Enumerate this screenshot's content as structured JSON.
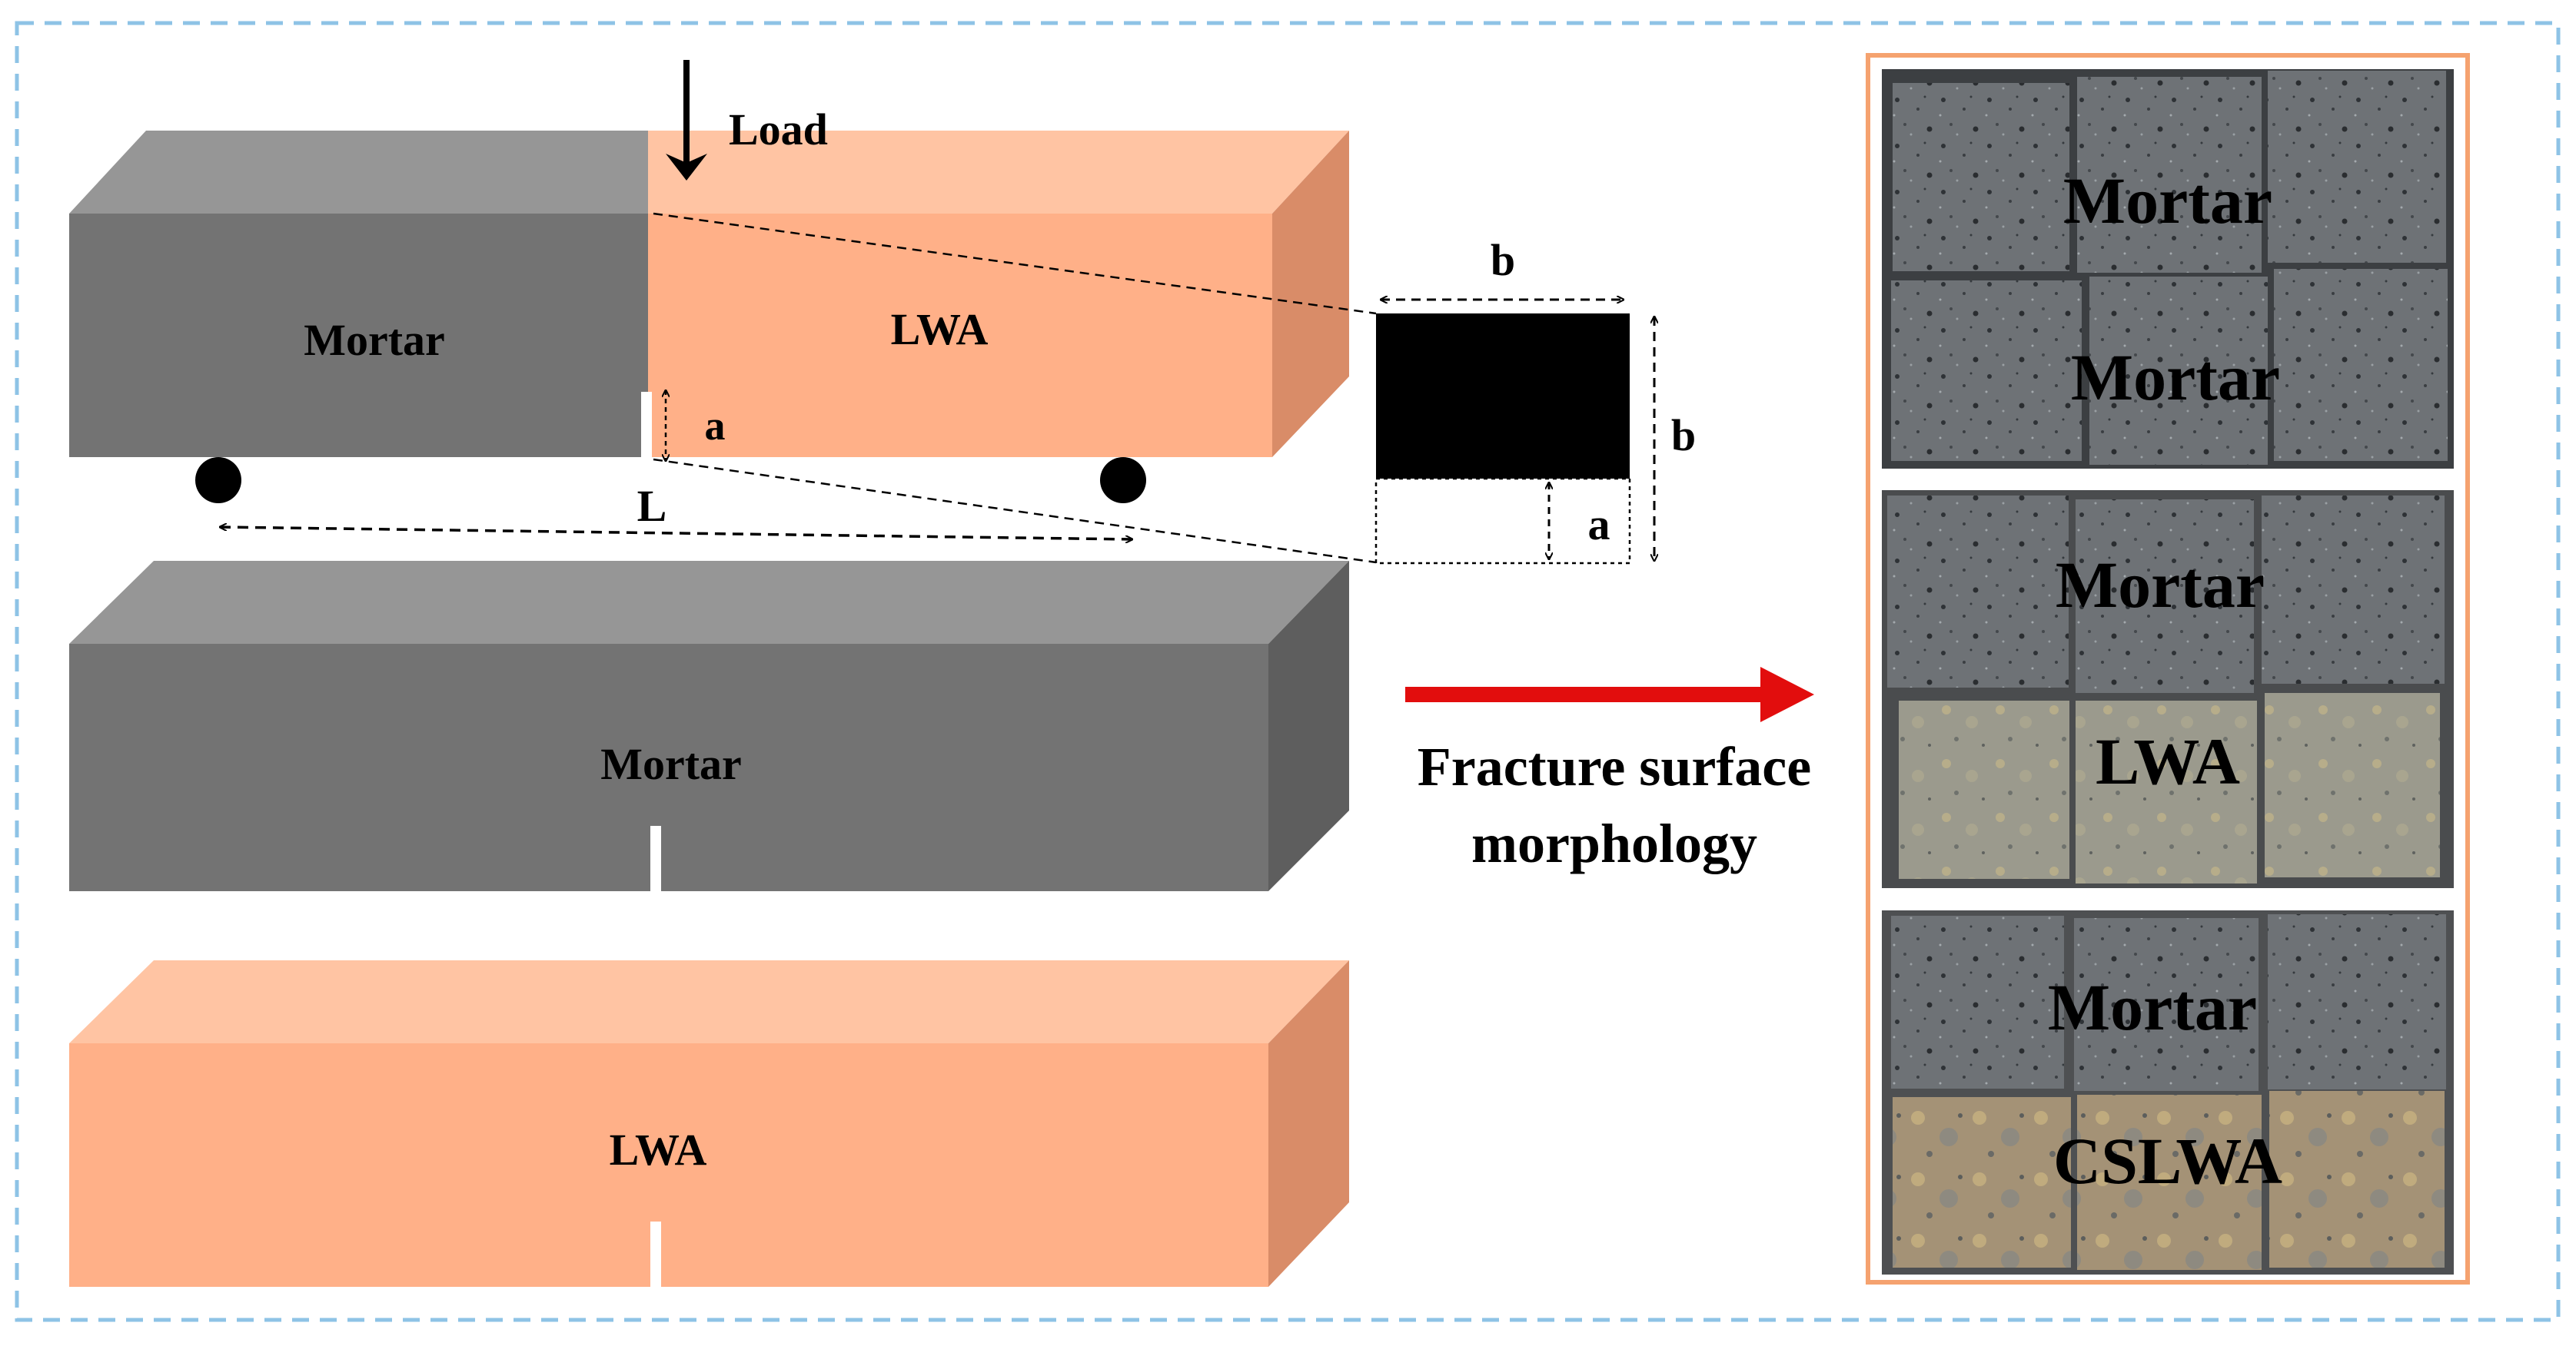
{
  "beam_top": {
    "left_label": "Mortar",
    "right_label": "LWA",
    "load_label": "Load",
    "notch_label": "a",
    "span_label": "L"
  },
  "cross_section": {
    "width_label": "b",
    "height_label": "b",
    "notch_label": "a"
  },
  "beam_middle": {
    "label": "Mortar"
  },
  "beam_bottom": {
    "label": "LWA"
  },
  "arrow": {
    "line1": "Fracture surface",
    "line2": "morphology"
  },
  "photos": [
    {
      "top": "Mortar",
      "bottom": "Mortar"
    },
    {
      "top": "Mortar",
      "bottom": "LWA"
    },
    {
      "top": "Mortar",
      "bottom": "CSLWA"
    }
  ],
  "colors": {
    "mortar_front": "#737373",
    "mortar_top": "#969696",
    "mortar_side": "#5e5e5e",
    "lwa_front": "#ffb088",
    "lwa_top": "#ffc4a3",
    "lwa_side": "#d98c68",
    "frame_dash": "#8ec3e6",
    "photo_border": "#f5a26f",
    "arrow_red": "#e20d0d"
  }
}
